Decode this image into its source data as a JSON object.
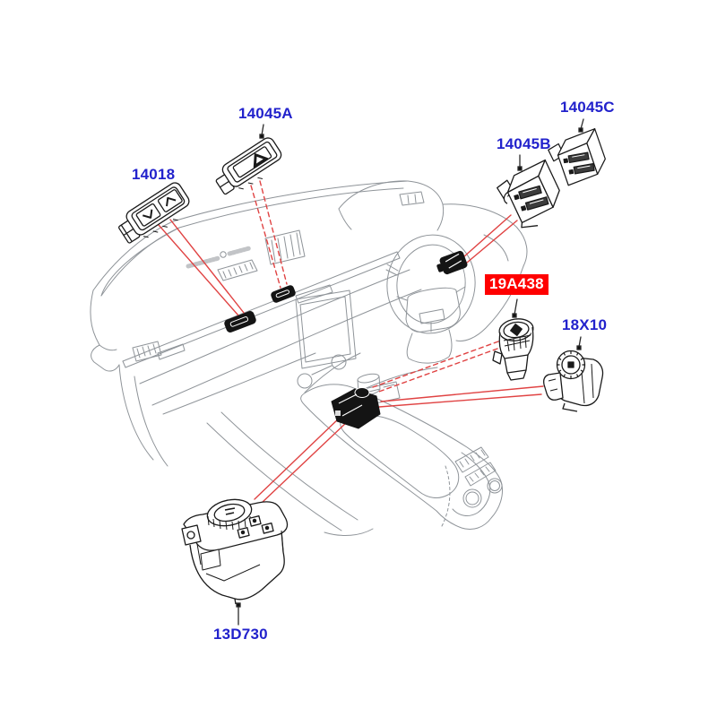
{
  "diagram": {
    "type": "vehicle-parts-exploded-diagram",
    "subject": "Dashboard / console switch components with part number callouts",
    "colors": {
      "background": "#ffffff",
      "label_blue": "#2222cc",
      "highlight_background": "#ff0000",
      "highlight_text": "#ffffff",
      "leader_red": "#e04343",
      "artwork_gray": "#8f9499",
      "part_ink": "#1a1a1a"
    },
    "labels": [
      {
        "part_no": "14018",
        "highlighted": false,
        "leader_style": "solid"
      },
      {
        "part_no": "14045A",
        "highlighted": false,
        "leader_style": "dashed"
      },
      {
        "part_no": "14045B",
        "highlighted": false,
        "leader_style": "solid"
      },
      {
        "part_no": "14045C",
        "highlighted": false,
        "leader_style": "none"
      },
      {
        "part_no": "19A438",
        "highlighted": true,
        "leader_style": "dashed"
      },
      {
        "part_no": "18X10",
        "highlighted": false,
        "leader_style": "solid"
      },
      {
        "part_no": "13D730",
        "highlighted": false,
        "leader_style": "solid"
      }
    ]
  }
}
